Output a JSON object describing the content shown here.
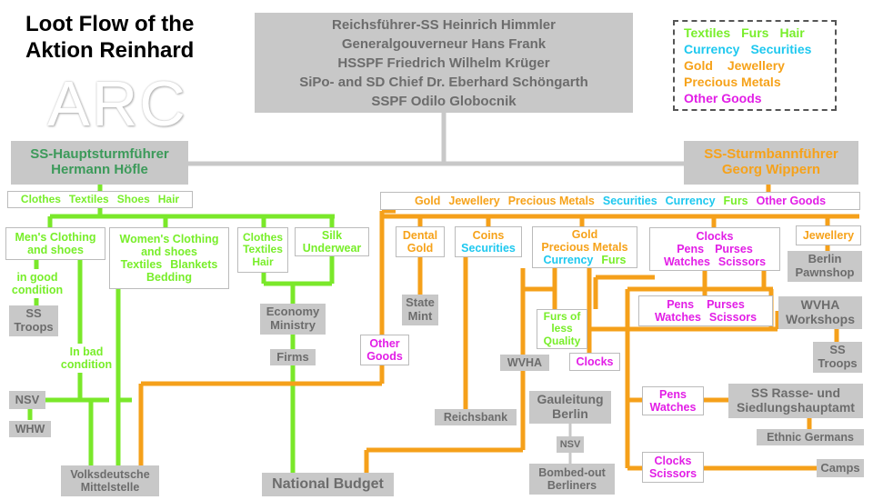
{
  "title": {
    "line1": "Loot Flow of the",
    "line2": "Aktion Reinhard"
  },
  "logo": "ARC",
  "legend": {
    "rows": [
      [
        {
          "text": "Textiles",
          "color": "#78ee2a"
        },
        {
          "text": "Furs",
          "color": "#78ee2a"
        },
        {
          "text": "Hair",
          "color": "#78ee2a"
        }
      ],
      [
        {
          "text": "Currency",
          "color": "#1ec8ef"
        },
        {
          "text": "Securities",
          "color": "#1ec8ef"
        }
      ],
      [
        {
          "text": "Gold",
          "color": "#f6a21a"
        },
        {
          "text": "Jewellery",
          "color": "#f6a21a"
        }
      ],
      [
        {
          "text": "Precious Metals",
          "color": "#f6a21a"
        }
      ],
      [
        {
          "text": "Other Goods",
          "color": "#e21ee6"
        }
      ]
    ]
  },
  "top": {
    "lines": [
      "Reichsführer-SS Heinrich Himmler",
      "Generalgouverneur Hans Frank",
      "HSSPF Friedrich Wilhelm Krüger",
      "SiPo- and SD Chief Dr. Eberhard Schöngarth",
      "SSPF Odilo Globocnik"
    ]
  },
  "hoefle": {
    "line1": "SS-Hauptsturmführer",
    "line2": "Hermann Höfle"
  },
  "wippern": {
    "line1": "SS-Sturmbannführer",
    "line2": "Georg Wippern"
  },
  "hoefle_goods": [
    "Clothes",
    "Textiles",
    "Shoes",
    "Hair"
  ],
  "wippern_goods": [
    {
      "text": "Gold",
      "c": "co"
    },
    {
      "text": "Jewellery",
      "c": "co"
    },
    {
      "text": "Precious Metals",
      "c": "co"
    },
    {
      "text": "Securities",
      "c": "cc"
    },
    {
      "text": "Currency",
      "c": "cc"
    },
    {
      "text": "Furs",
      "c": "cg"
    },
    {
      "text": "Other Goods",
      "c": "cm"
    }
  ],
  "mens": {
    "line1": "Men's Clothing",
    "line2": "and shoes"
  },
  "good_condition": {
    "line1": "in good",
    "line2": "condition"
  },
  "ss_troops_left": {
    "line1": "SS",
    "line2": "Troops"
  },
  "bad_condition": {
    "line1": "In bad",
    "line2": "condition"
  },
  "nsv_left": "NSV",
  "whw": "WHW",
  "womens": {
    "line1": "Women's Clothing",
    "line2": "and shoes",
    "row1": "Textiles",
    "row2": "Blankets",
    "line4": "Bedding"
  },
  "ctx": {
    "line1": "Clothes",
    "line2": "Textiles",
    "line3": "Hair"
  },
  "silk": {
    "line1": "Silk",
    "line2": "Underwear"
  },
  "economy": {
    "line1": "Economy",
    "line2": "Ministry"
  },
  "firms": "Firms",
  "volks": {
    "line1": "Volksdeutsche",
    "line2": "Mittelstelle"
  },
  "national_budget": "National Budget",
  "other_goods_mid": {
    "line1": "Other",
    "line2": "Goods"
  },
  "dental": {
    "line1": "Dental",
    "line2": "Gold"
  },
  "state_mint": {
    "line1": "State",
    "line2": "Mint"
  },
  "coins": {
    "line1": "Coins",
    "line2": "Securities"
  },
  "reichsbank": "Reichsbank",
  "gpc": {
    "line1": "Gold",
    "line2": "Precious Metals",
    "row1": "Currency",
    "row2": "Furs"
  },
  "wvha_small": "WVHA",
  "furs_less": {
    "line1": "Furs of",
    "line2": "less",
    "line3": "Quality"
  },
  "clocks_mid": "Clocks",
  "gauleitung": {
    "line1": "Gauleitung",
    "line2": "Berlin"
  },
  "nsv_mid": "NSV",
  "bombed": {
    "line1": "Bombed-out",
    "line2": "Berliners"
  },
  "cpw": {
    "line1": "Clocks",
    "row1": "Pens",
    "row2": "Purses",
    "row3": "Watches",
    "row4": "Scissors"
  },
  "jewellery_box": "Jewellery",
  "berlin_pawn": {
    "line1": "Berlin",
    "line2": "Pawnshop"
  },
  "ppws": {
    "row1": "Pens",
    "row2": "Purses",
    "row3": "Watches",
    "row4": "Scissors"
  },
  "wvha_workshops": {
    "line1": "WVHA",
    "line2": "Workshops"
  },
  "ss_troops_right": {
    "line1": "SS",
    "line2": "Troops"
  },
  "pens_watches": {
    "line1": "Pens",
    "line2": "Watches"
  },
  "rasse": {
    "line1": "SS Rasse- und",
    "line2": "Siedlungshauptamt"
  },
  "ethnic": "Ethnic Germans",
  "clocks_scissors": {
    "line1": "Clocks",
    "line2": "Scissors"
  },
  "camps": "Camps"
}
